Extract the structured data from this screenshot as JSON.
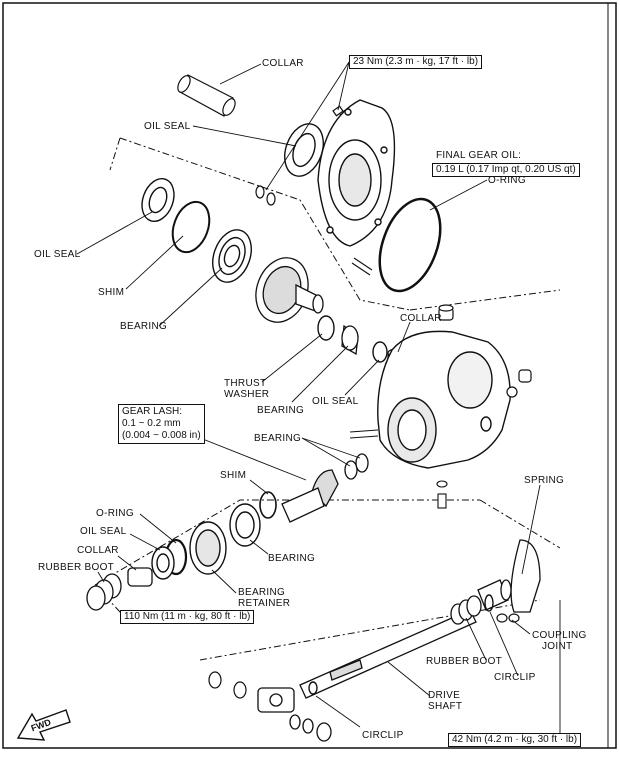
{
  "parts": {
    "collar_top": "COLLAR",
    "oil_seal_top": "OIL SEAL",
    "oil_seal_left": "OIL SEAL",
    "shim_upper": "SHIM",
    "bearing_upper": "BEARING",
    "o_ring_upper": "O-RING",
    "collar_mid": "COLLAR",
    "thrust_washer_line1": "THRUST",
    "thrust_washer_line2": "WASHER",
    "bearing_mid": "BEARING",
    "oil_seal_mid": "OIL SEAL",
    "bearing_pinion": "BEARING",
    "shim_pinion": "SHIM",
    "spring": "SPRING",
    "o_ring_lower": "O-RING",
    "oil_seal_lower": "OIL SEAL",
    "collar_lower": "COLLAR",
    "rubber_boot_left": "RUBBER BOOT",
    "bearing_lower": "BEARING",
    "bearing_retainer_line1": "BEARING",
    "bearing_retainer_line2": "RETAINER",
    "coupling_joint_line1": "COUPLING",
    "coupling_joint_line2": "JOINT",
    "rubber_boot_right": "RUBBER BOOT",
    "circlip_right": "CIRCLIP",
    "drive_shaft_line1": "DRIVE",
    "drive_shaft_line2": "SHAFT",
    "circlip_bottom": "CIRCLIP"
  },
  "specs": {
    "torque_cover": "23 Nm (2.3 m · kg, 17 ft · lb)",
    "final_gear_oil_title": "FINAL GEAR OIL:",
    "final_gear_oil_value": "0.19 L (0.17 Imp qt, 0.20 US qt)",
    "gear_lash_title": "GEAR LASH:",
    "gear_lash_mm": "0.1 ~ 0.2 mm",
    "gear_lash_in": "(0.004 ~ 0.008 in)",
    "torque_retainer": "110 Nm (11 m · kg, 80 ft · lb)",
    "torque_joint": "42 Nm (4.2 m · kg, 30 ft · lb)"
  },
  "fwd_label": "FWD",
  "colors": {
    "ink": "#111111",
    "paper": "#ffffff",
    "shade": "#9a9a9a"
  }
}
